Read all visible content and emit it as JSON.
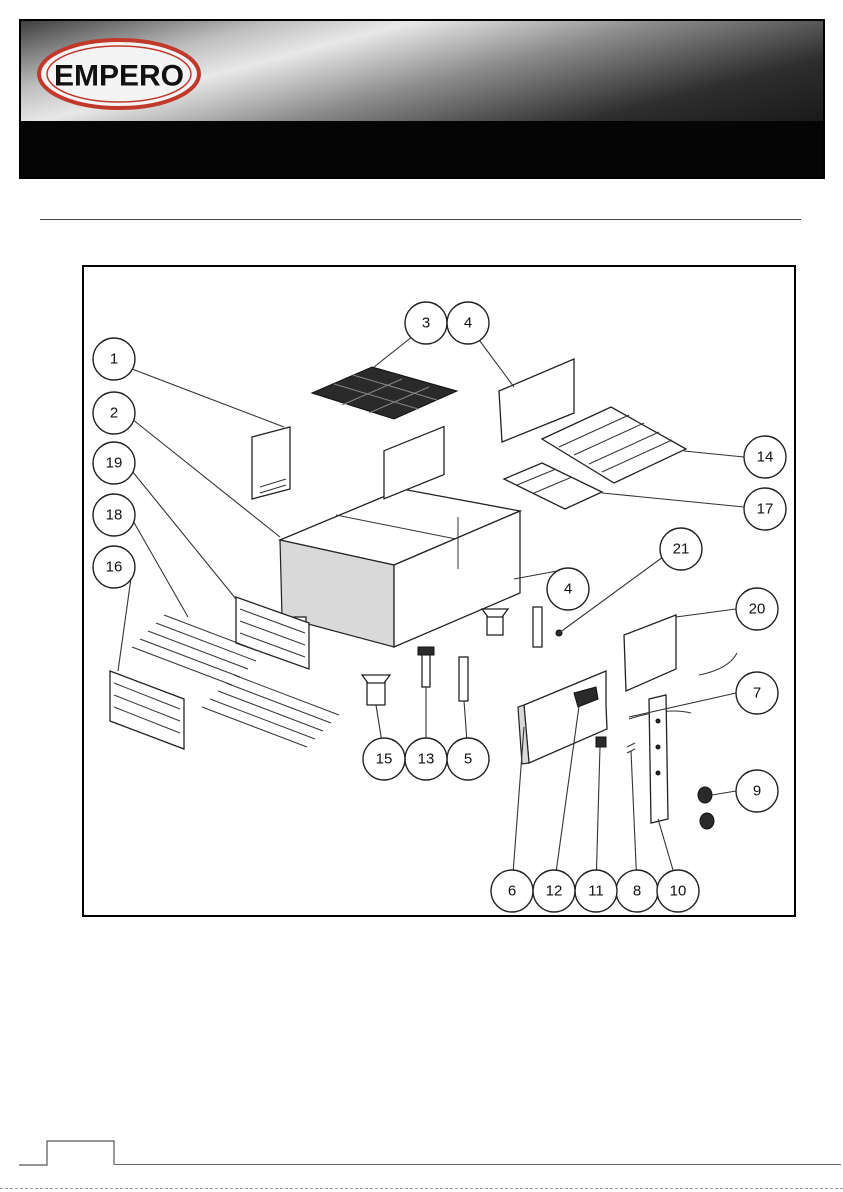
{
  "brand": {
    "logo_text": "EMPERO",
    "colors": {
      "logo_ring": "#c0392b",
      "logo_text": "#111111",
      "header_dark": "#050505"
    }
  },
  "diagram": {
    "callouts": [
      "1",
      "2",
      "3",
      "4",
      "4",
      "5",
      "6",
      "7",
      "8",
      "9",
      "10",
      "11",
      "12",
      "13",
      "14",
      "15",
      "16",
      "17",
      "18",
      "19",
      "20",
      "21"
    ]
  }
}
